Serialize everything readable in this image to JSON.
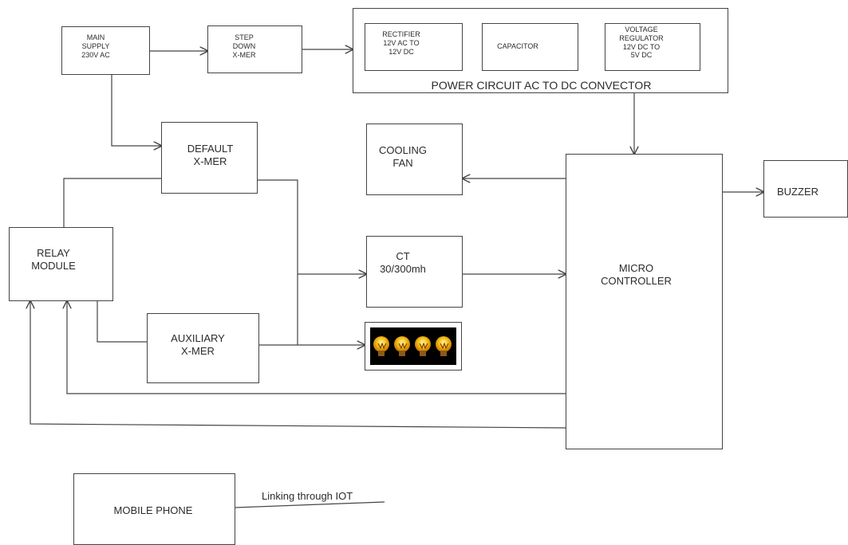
{
  "blocks": {
    "main_supply": "MAIN\nSUPPLY\n230V AC",
    "step_down": "STEP\nDOWN\nX-MER",
    "rectifier": "RECTIFIER\n12V AC TO\n12V DC",
    "capacitor": "CAPACITOR",
    "voltage_regulator": "VOLTAGE\nREGULATOR\n12V DC TO\n5V DC",
    "power_circuit_caption": "POWER CIRCUIT AC TO DC CONVECTOR",
    "default_xmer": "DEFAULT\nX-MER",
    "cooling_fan": "COOLING\nFAN",
    "relay_module": "RELAY\nMODULE",
    "ct": "CT\n30/300mh",
    "auxiliary_xmer": "AUXILIARY\nX-MER",
    "micro_controller": "MICRO\nCONTROLLER",
    "buzzer": "BUZZER",
    "mobile_phone": "MOBILE PHONE",
    "iot_link": "Linking  through IOT"
  },
  "bulb_count": 4,
  "colors": {
    "line": "#444444",
    "text": "#2b2b2b",
    "bulb_glow": "#f5c518",
    "bulb_panel": "#000000"
  }
}
